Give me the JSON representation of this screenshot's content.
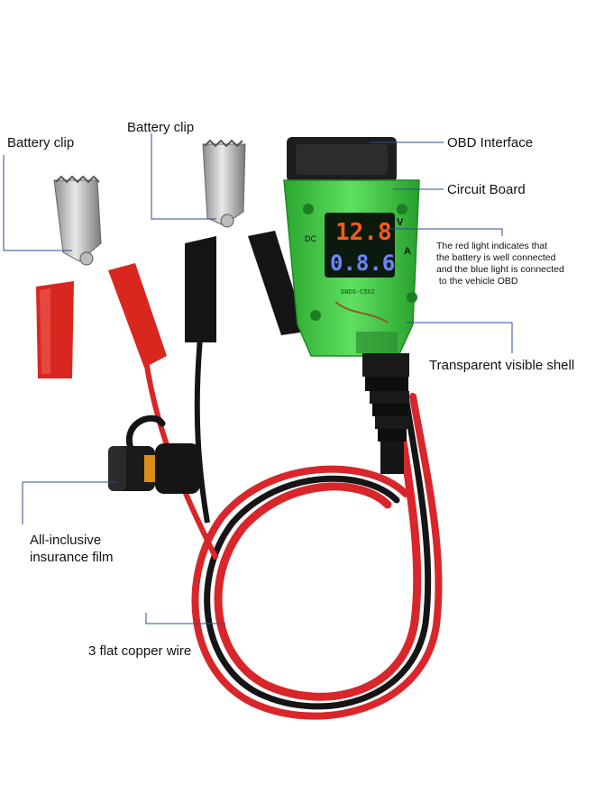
{
  "labels": {
    "battery_clip_left": "Battery clip",
    "battery_clip_right": "Battery clip",
    "obd_interface": "OBD Interface",
    "circuit_board": "Circuit Board",
    "light_note": [
      "The red light indicates that",
      "the battery is well connected",
      "and the blue light is connected",
      " to the vehicle OBD"
    ],
    "transparent_shell": "Transparent visible shell",
    "insurance_film": [
      "All-inclusive",
      "insurance film"
    ],
    "copper_wire": "3 flat copper wire"
  },
  "device": {
    "voltage_reading": "12.8",
    "current_reading": "0.8.6",
    "voltage_unit": "V",
    "current_unit": "A",
    "dc_mark": "DC",
    "board_text": "GNDG-C5X2"
  },
  "colors": {
    "callout_line": "#2b4f8a",
    "shell_green": "#36c23a",
    "wire_red": "#d8262a",
    "wire_black": "#151515",
    "clip_red": "#d9261f",
    "display_red": "#ff5a1a",
    "display_blue": "#6a86ff"
  }
}
